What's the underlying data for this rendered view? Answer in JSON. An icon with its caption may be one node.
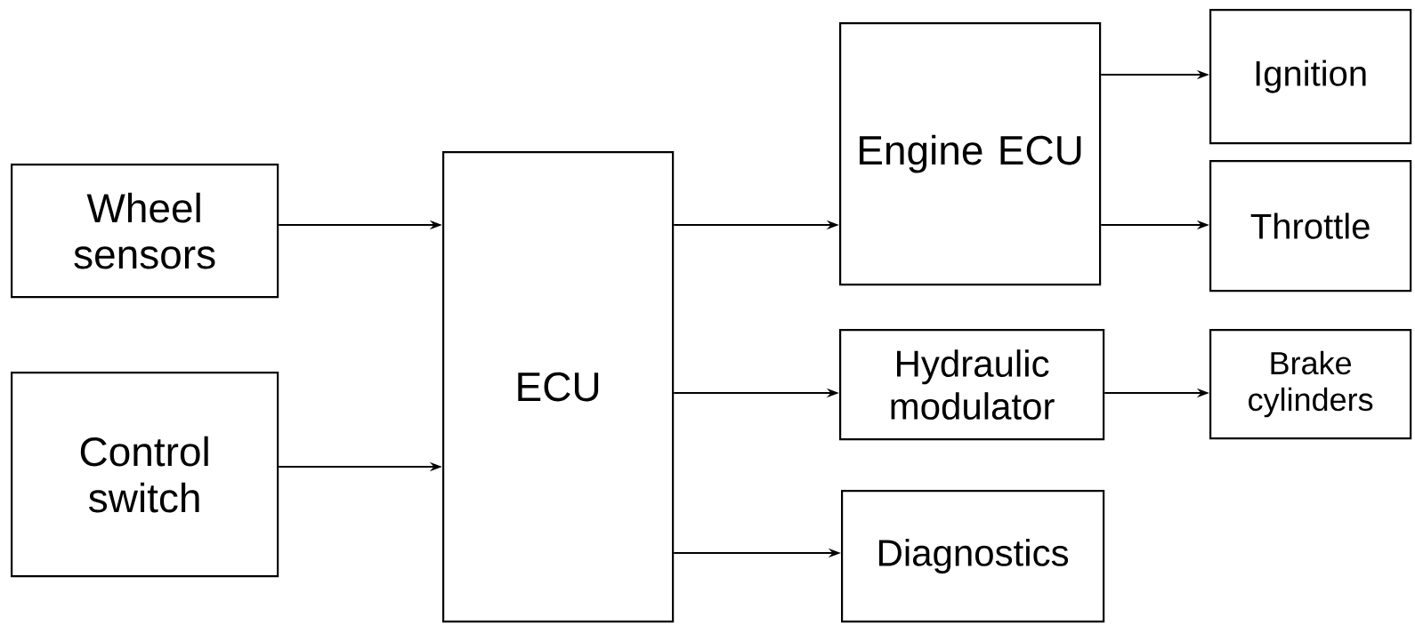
{
  "diagram": {
    "nodes": [
      {
        "text": [
          "Wheel sensors"
        ]
      },
      {
        "text": [
          "Control switch"
        ]
      },
      {
        "text": [
          "ECU"
        ]
      },
      {
        "text": [
          "Engine ECU"
        ]
      },
      {
        "text": [
          "Ignition"
        ]
      },
      {
        "text": [
          "Throttle"
        ]
      },
      {
        "text": [
          "Hydraulic modulator"
        ]
      },
      {
        "text": [
          "Brake cylinders"
        ]
      },
      {
        "text": [
          "Diagnostics"
        ]
      }
    ],
    "edges": [
      {
        "from": 0,
        "to": 2,
        "arrow": "to"
      },
      {
        "from": 1,
        "to": 2,
        "arrow": "to"
      },
      {
        "from": 2,
        "to": 3,
        "arrow": "to"
      },
      {
        "from": 2,
        "to": 6,
        "arrow": "to"
      },
      {
        "from": 2,
        "to": 8,
        "arrow": "to"
      },
      {
        "from": 3,
        "to": 4,
        "arrow": "to"
      },
      {
        "from": 3,
        "to": 5,
        "arrow": "to"
      },
      {
        "from": 6,
        "to": 7,
        "arrow": "to"
      }
    ]
  }
}
